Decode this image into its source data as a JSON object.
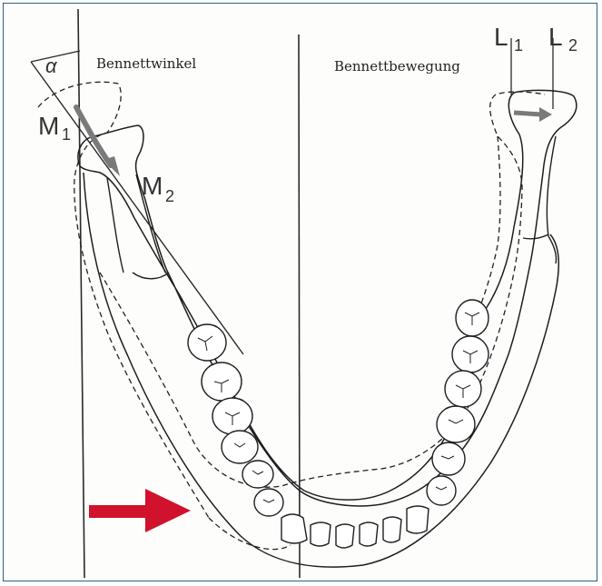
{
  "labels": {
    "alpha": "α",
    "bennettwinkel": "Bennettwinkel",
    "bennettbewegung": "Bennettbewegung",
    "m1": "M",
    "m1_sub": "1",
    "m2": "M",
    "m2_sub": "2",
    "l1": "L",
    "l1_sub": "1",
    "l2": "L",
    "l2_sub": "2"
  },
  "colors": {
    "frame": "#2f5f86",
    "arrow": "#d0122c",
    "line": "#1e1e1e",
    "movement_arrow": "#7a7a7a"
  },
  "icons": {
    "indicator": "red-arrow-right-icon",
    "movement": "gray-arrow-icon"
  }
}
